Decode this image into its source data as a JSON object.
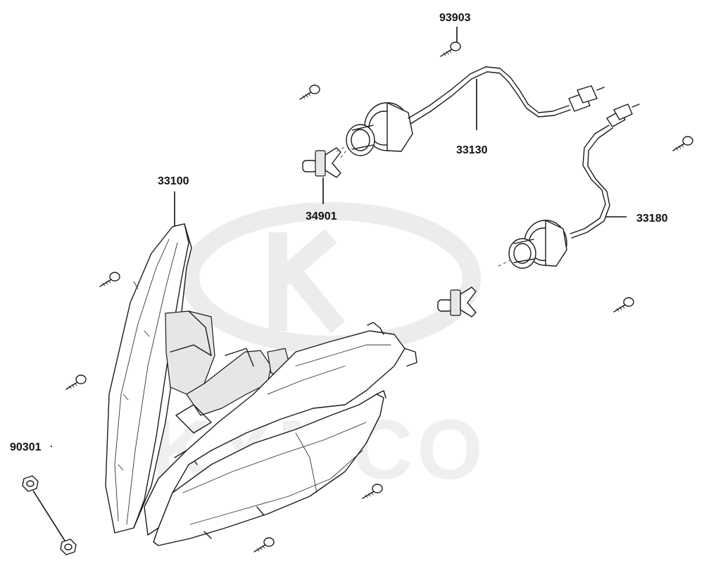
{
  "watermark": {
    "logo_text": "KYMCO"
  },
  "parts": {
    "p93903": {
      "number": "93903",
      "icon": "screw-icon"
    },
    "p33130": {
      "number": "33130",
      "icon": "harness-icon"
    },
    "p34901": {
      "number": "34901",
      "icon": "bulb-icon"
    },
    "p33100": {
      "number": "33100",
      "icon": "headlight-icon"
    },
    "p33180": {
      "number": "33180",
      "icon": "harness-icon"
    },
    "p90301": {
      "number": "90301",
      "icon": "nut-icon"
    }
  },
  "colors": {
    "line": "#1a1a1a",
    "watermark": "#ececec"
  }
}
